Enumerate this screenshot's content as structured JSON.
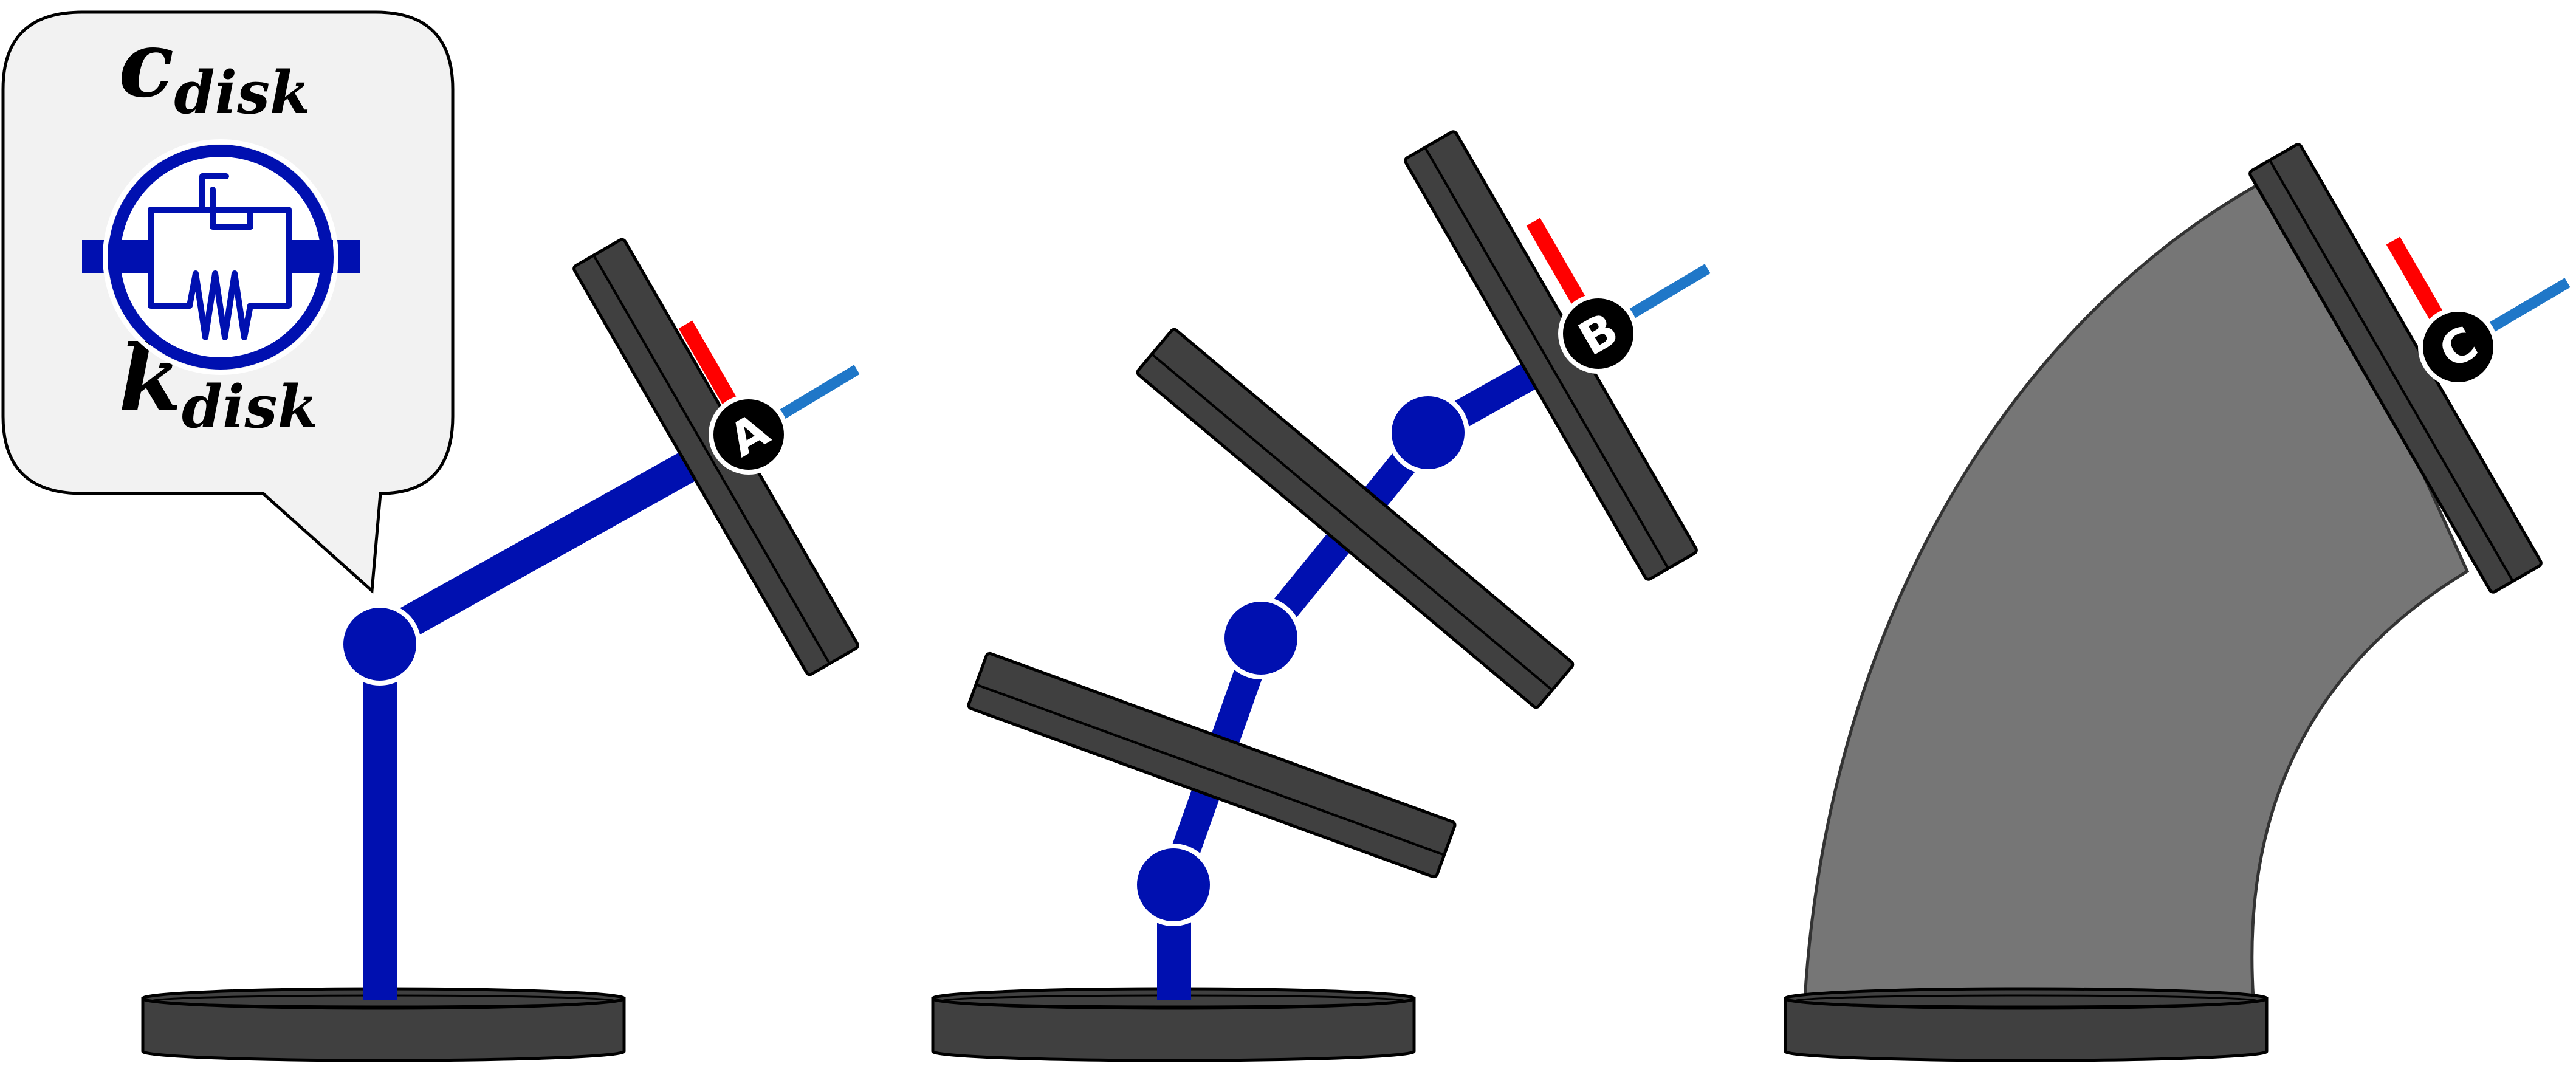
{
  "callout": {
    "c_symbol": "c",
    "c_subscript": "disk",
    "k_symbol": "k",
    "k_subscript": "disk"
  },
  "markers": {
    "a": "A",
    "b": "B",
    "c": "C"
  },
  "colors": {
    "joint_blue": "#0010B0",
    "disk_gray": "#404040",
    "bend_gray": "#767676",
    "axis_red": "#FF0000",
    "axis_blue": "#1F77C8",
    "callout_fill": "#F2F2F2"
  }
}
